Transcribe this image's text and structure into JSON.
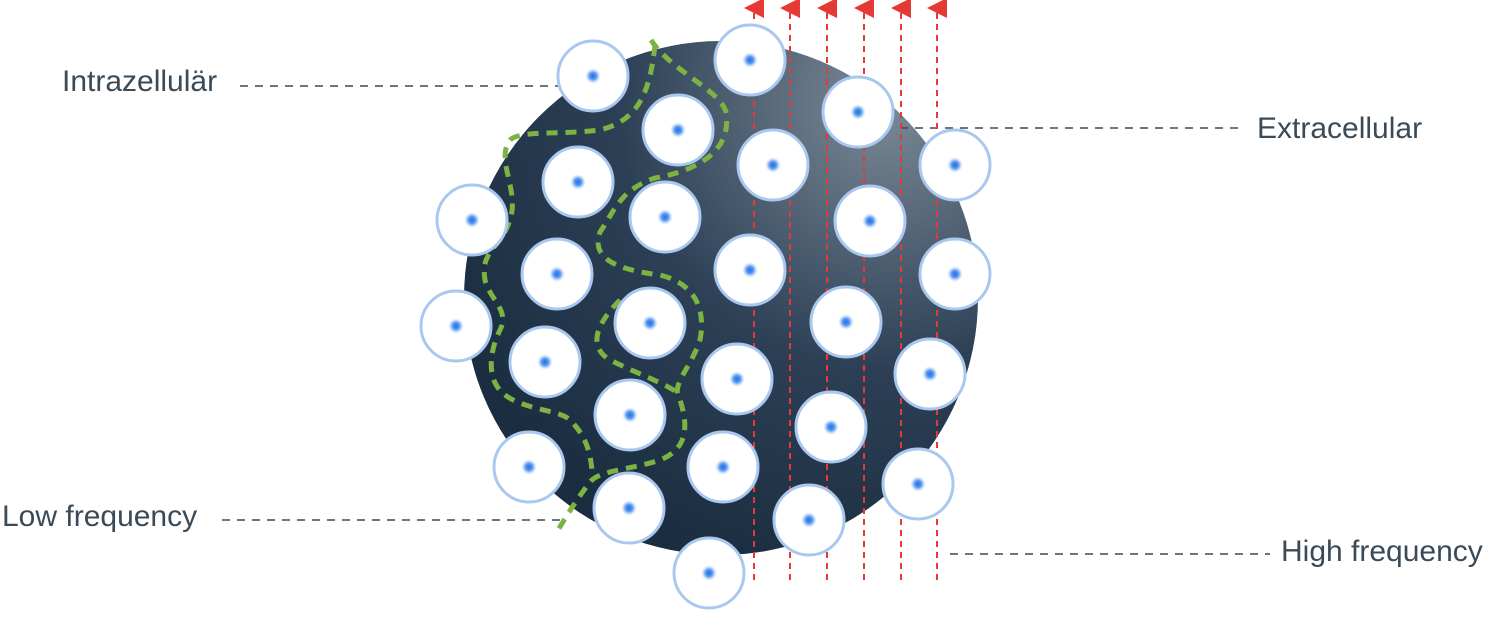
{
  "labels": {
    "intracellular": "Intrazellulär",
    "extracellular": "Extracellular",
    "low_frequency": "Low frequency",
    "high_frequency": "High frequency"
  },
  "colors": {
    "label_text": "#3a4a57",
    "leader_line": "#3a4a57",
    "tissue_light": "#7b8a97",
    "tissue_dark": "#1b2d40",
    "cell_fill": "#ffffff",
    "cell_border": "#a9c8ef",
    "nucleus": "#2f7be0",
    "low_frequency_path": "#7cb342",
    "high_frequency_path": "#e53935"
  },
  "icons": {
    "cell": "cell-icon",
    "nucleus": "nucleus-icon",
    "tissue": "tissue-disc",
    "current_arrow": "arrow-up-icon"
  },
  "cells_count_note": null
}
